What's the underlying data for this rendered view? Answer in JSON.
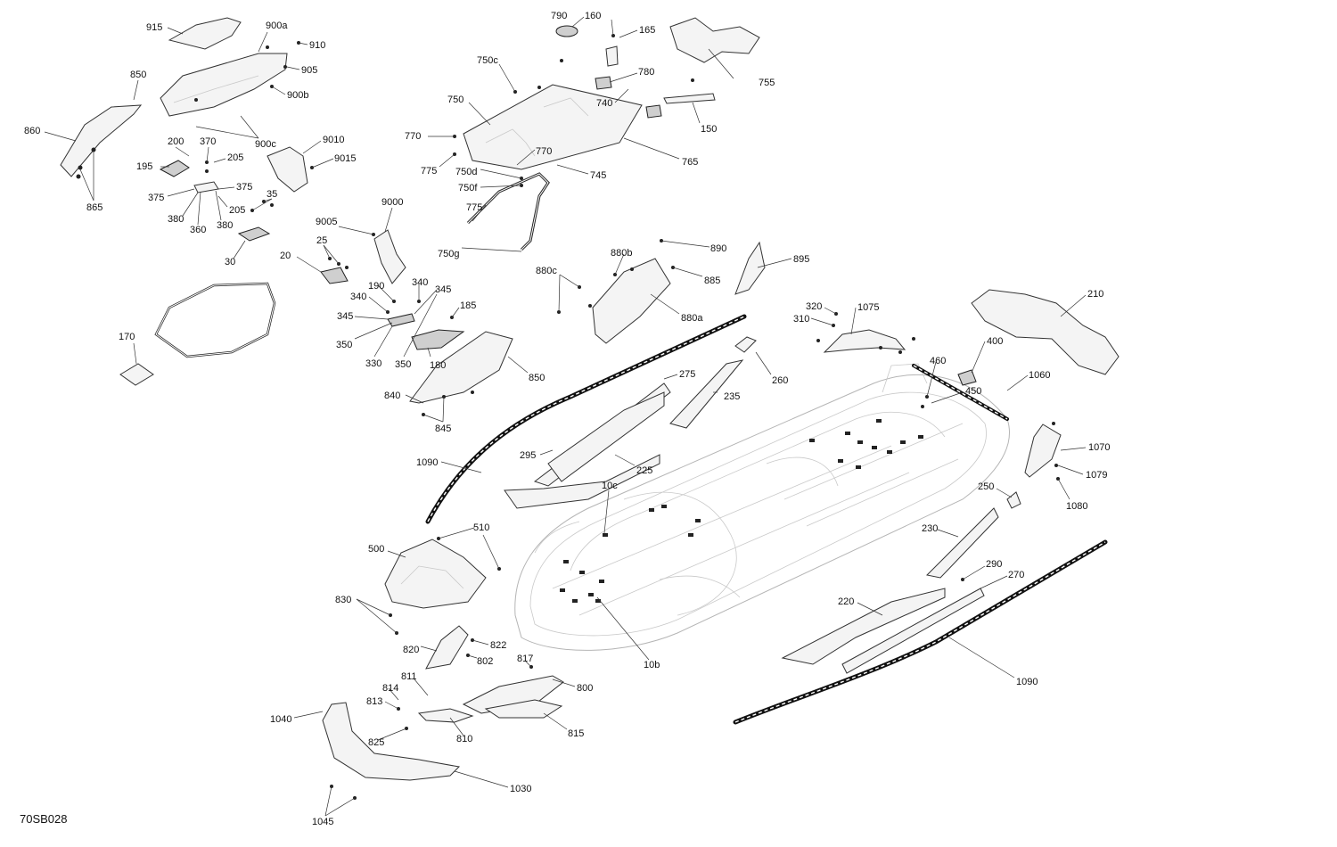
{
  "drawing_code": "70SB028",
  "callouts": [
    "915",
    "900a",
    "910",
    "905",
    "900b",
    "900c",
    "850",
    "860",
    "865",
    "200",
    "370",
    "195",
    "205",
    "375",
    "375",
    "380",
    "360",
    "380",
    "205",
    "35",
    "30",
    "9010",
    "9015",
    "9005",
    "9000",
    "25",
    "20",
    "170",
    "190",
    "340",
    "340",
    "345",
    "345",
    "185",
    "350",
    "330",
    "350",
    "180",
    "840",
    "845",
    "850",
    "790",
    "160",
    "165",
    "750c",
    "780",
    "755",
    "750",
    "740",
    "150",
    "770",
    "765",
    "775",
    "750d",
    "770",
    "745",
    "750f",
    "775",
    "750g",
    "890",
    "880b",
    "880c",
    "885",
    "895",
    "880a",
    "320",
    "1075",
    "310",
    "210",
    "400",
    "460",
    "1060",
    "450",
    "275",
    "260",
    "235",
    "295",
    "225",
    "1090",
    "10c",
    "250",
    "1070",
    "1079",
    "1080",
    "510",
    "500",
    "230",
    "290",
    "270",
    "830",
    "220",
    "820",
    "822",
    "802",
    "817",
    "811",
    "800",
    "814",
    "813",
    "1040",
    "810",
    "815",
    "825",
    "1030",
    "1045",
    "10b",
    "1090"
  ]
}
